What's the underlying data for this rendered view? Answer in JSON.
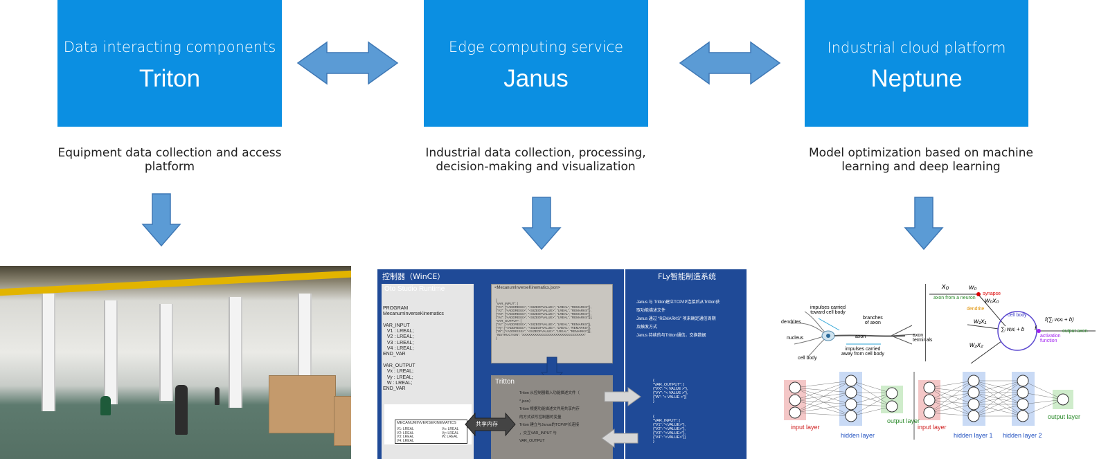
{
  "columns": [
    {
      "subtitle": "Data interacting components",
      "name": "Triton",
      "description_line1": "Equipment data collection and access",
      "description_line2": "platform"
    },
    {
      "subtitle": "Edge computing service",
      "name": "Janus",
      "description_line1": "Industrial data collection, processing,",
      "description_line2": "decision-making and visualization"
    },
    {
      "subtitle": "Industrial cloud platform",
      "name": "Neptune",
      "description_line1": "Model optimization based on machine",
      "description_line2": "learning and deep learning"
    }
  ],
  "colors": {
    "box_fill": "#0b8fe2",
    "arrow_fill": "#5b9bd5",
    "arrow_stroke": "#3f78b5",
    "panel_blue": "#1f4a97"
  },
  "janus_panel": {
    "controller_title": "控制器（WinCE）",
    "fly_title": "FLy智能制造系统",
    "runtime_title": "Oto Studio Runtime",
    "program": [
      "PROGRAM",
      "MecanumInverseKinematics",
      "",
      "VAR_INPUT",
      "   V1 : LREAL;",
      "   V2 : LREAL;",
      "   V3 : LREAL;",
      "   V4 : LREAL;",
      "END_VAR",
      "",
      "VAR_OUTPUT",
      "   Vx : LREAL;",
      "   Vy : LREAL;",
      "   W : LREAL;",
      "END_VAR"
    ],
    "fb_name": "MECANUMINVERSEKINEMATICS",
    "fb_inputs": [
      "V1: LREAL",
      "V2: LREAL",
      "V3: LREAL",
      "V4: LREAL"
    ],
    "fb_outputs": [
      "Vx: LREAL",
      "Vy: LREAL",
      "W: LREAL"
    ],
    "json_file": "<MecanumInverseKinematics.json>",
    "json_lines": [
      "{",
      "\"VAR_INPUT\": [",
      "{\"V1\": [\"<ADDRESS>\", \"<SIZEOFVALUE>\", \"LREAL\", \"REMARKS\"]},",
      "{\"V2\": [\"<ADDRESS>\", \"<SIZEOFVALUE>\", \"LREAL\", \"REMARKS\"]},",
      "{\"V3\": [\"<ADDRESS>\", \"<SIZEOFVALUE>\", \"LREAL\", \"REMARKS\"]},",
      "{\"V4\": [\"<ADDRESS>\", \"<SIZEOFVALUE>\", \"LREAL\", \"REMARKS\"]}],",
      "\"VAR_OUTPUT\": [",
      "{\"Vx\": [\"<ADDRESS>\", \"<SIZEOFVALUE>\", \"LREAL\", \"REMARKS\"]},",
      "{\"Vy\": [\"<ADDRESS>\", \"<SIZEOFVALUE>\", \"LREAL\", \"REMARKS\"]},",
      "{\"W\": [\"<ADDRESS>\", \"<SIZEOFVALUE>\", \"LREAL\", \"REMARKS\"]}],",
      "\"INSTRUCTION\": \"XXXXXXXXXXXXXXXXXXXXXXXXXXXXXX\"",
      "}"
    ],
    "triton_title": "Tritton",
    "triton_bullets": [
      "Triton 从控制器载入功能描述文件（",
      "*.json）",
      "Triton 根据功能描述文件用共享内存",
      "的方式读写控制器的变量",
      "Triton 建立与Janus的TCP/IP长连接",
      "，交互VAR_INPUT 与",
      "VAR_OUTPUT"
    ],
    "shared_memory": "共享内存",
    "fly_bullets": [
      "Janus 与 Tritton建立TCP/IP连接后从Tritton获",
      "取功能描述文件",
      "Janus 通过 “REMARKS” 项来确定通信周期",
      "及触发方式",
      "Janus 持续的与Tritton通信，交换数据"
    ],
    "output_lines": [
      "{",
      "\"VAR_OUTPUT\": [",
      "{\"VX\": \"< VALUE >\"},",
      "{\"VY\": \"< VALUE >\"},",
      "{\"W\": \"< VALUE >\"}]",
      "}"
    ],
    "input_lines": [
      "{",
      "\"VAR_INPUT\": [",
      "{\"V1\": \"<VALUE>\"},",
      "{\"V2\": \"<VALUE>\"},",
      "{\"V3\": \"<VALUE>\"},",
      "{\"V4\": \"<VALUE>\"}]",
      "}"
    ]
  },
  "neural_panel": {
    "neuron_labels": {
      "impulses_in": "impulses carried\ntoward cell body",
      "dendrites": "dendrites",
      "nucleus": "nucleus",
      "axon": "axon",
      "branches": "branches\nof axon",
      "terminals": "axon\nterminals",
      "impulses_out": "impulses carried\naway from cell body",
      "cell_body": "cell body"
    },
    "model_labels": {
      "x0": "x₀",
      "w0": "w₀",
      "synapse": "synapse",
      "axon_from": "axon from a neuron",
      "w0x0": "w₀x₀",
      "dendrite": "dendrite",
      "cell_body": "cell body",
      "w1x1": "w₁x₁",
      "sum": "∑ᵢ wᵢxᵢ + b",
      "f_out": "f(∑ᵢ wᵢxᵢ + b)",
      "f": "f",
      "activation": "activation\nfunction",
      "output_axon": "output axon",
      "w2x2": "w₂x₂"
    },
    "net1": {
      "input": "input layer",
      "hidden": "hidden layer",
      "output": "output layer"
    },
    "net2": {
      "input": "input layer",
      "hidden1": "hidden layer 1",
      "hidden2": "hidden layer 2",
      "output": "output layer"
    }
  }
}
